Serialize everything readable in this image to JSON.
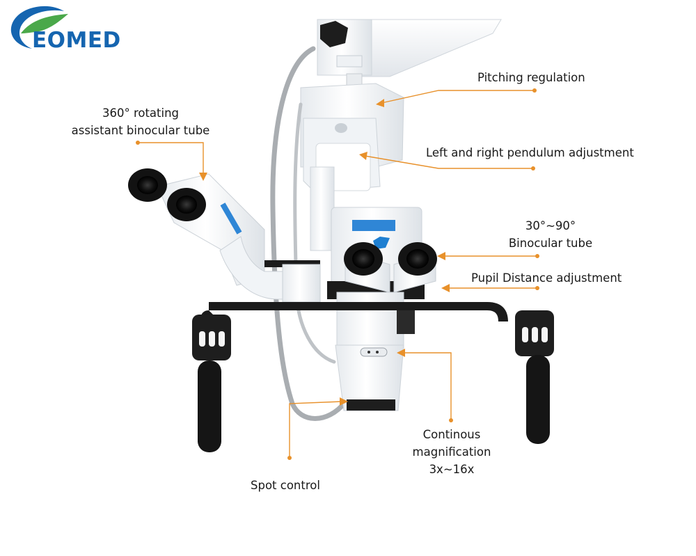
{
  "brand": {
    "name": "EOMED",
    "blue": "#1565b0",
    "green": "#4aa84a"
  },
  "callouts": {
    "pitching": "Pitching regulation",
    "rotating": [
      "360° rotating",
      "assistant binocular tube"
    ],
    "pendulum": "Left and right pendulum adjustment",
    "binocular": [
      "30°~90°",
      "Binocular tube"
    ],
    "pupil": "Pupil Distance adjustment",
    "magnification": [
      "Continous",
      "magnification",
      "3x~16x"
    ],
    "spot": "Spot control"
  },
  "colors": {
    "leader": "#e8912b",
    "text": "#1a1a1a",
    "body": "#f4f6f8",
    "accent": "#1e7fd1"
  }
}
